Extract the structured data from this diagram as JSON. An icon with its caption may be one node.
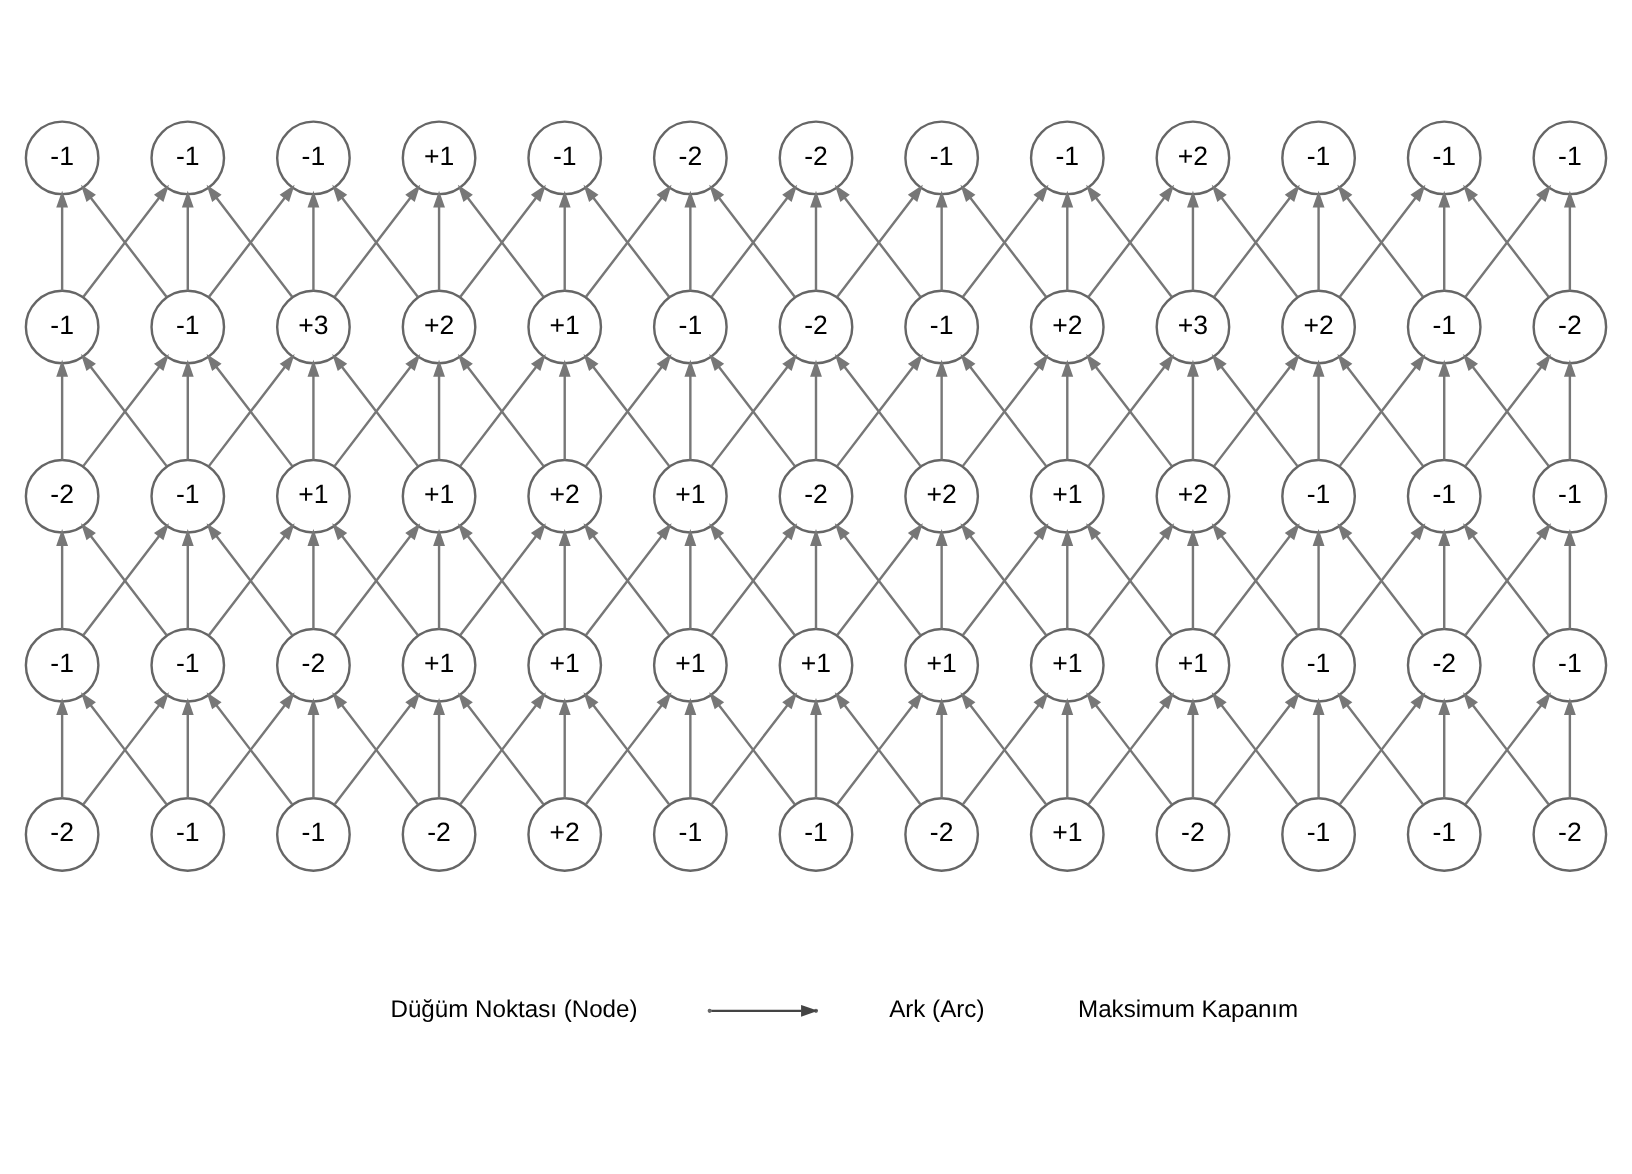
{
  "diagram": {
    "nodes": [
      {
        "text": [
          "-1"
        ]
      },
      {
        "text": [
          "-1"
        ]
      },
      {
        "text": [
          "-1"
        ]
      },
      {
        "text": [
          "+1"
        ]
      },
      {
        "text": [
          "-1"
        ]
      },
      {
        "text": [
          "-2"
        ]
      },
      {
        "text": [
          "-2"
        ]
      },
      {
        "text": [
          "-1"
        ]
      },
      {
        "text": [
          "-1"
        ]
      },
      {
        "text": [
          "+2"
        ]
      },
      {
        "text": [
          "-1"
        ]
      },
      {
        "text": [
          "-1"
        ]
      },
      {
        "text": [
          "-1"
        ]
      },
      {
        "text": [
          "-1"
        ]
      },
      {
        "text": [
          "-1"
        ]
      },
      {
        "text": [
          "+3"
        ]
      },
      {
        "text": [
          "+2"
        ]
      },
      {
        "text": [
          "+1"
        ]
      },
      {
        "text": [
          "-1"
        ]
      },
      {
        "text": [
          "-2"
        ]
      },
      {
        "text": [
          "-1"
        ]
      },
      {
        "text": [
          "+2"
        ]
      },
      {
        "text": [
          "+3"
        ]
      },
      {
        "text": [
          "+2"
        ]
      },
      {
        "text": [
          "-1"
        ]
      },
      {
        "text": [
          "-2"
        ]
      },
      {
        "text": [
          "-2"
        ]
      },
      {
        "text": [
          "-1"
        ]
      },
      {
        "text": [
          "+1"
        ]
      },
      {
        "text": [
          "+1"
        ]
      },
      {
        "text": [
          "+2"
        ]
      },
      {
        "text": [
          "+1"
        ]
      },
      {
        "text": [
          "-2"
        ]
      },
      {
        "text": [
          "+2"
        ]
      },
      {
        "text": [
          "+1"
        ]
      },
      {
        "text": [
          "+2"
        ]
      },
      {
        "text": [
          "-1"
        ]
      },
      {
        "text": [
          "-1"
        ]
      },
      {
        "text": [
          "-1"
        ]
      },
      {
        "text": [
          "-1"
        ]
      },
      {
        "text": [
          "-1"
        ]
      },
      {
        "text": [
          "-2"
        ]
      },
      {
        "text": [
          "+1"
        ]
      },
      {
        "text": [
          "+1"
        ]
      },
      {
        "text": [
          "+1"
        ]
      },
      {
        "text": [
          "+1"
        ]
      },
      {
        "text": [
          "+1"
        ]
      },
      {
        "text": [
          "+1"
        ]
      },
      {
        "text": [
          "+1"
        ]
      },
      {
        "text": [
          "-1"
        ]
      },
      {
        "text": [
          "-2"
        ]
      },
      {
        "text": [
          "-1"
        ]
      },
      {
        "text": [
          "-2"
        ]
      },
      {
        "text": [
          "-1"
        ]
      },
      {
        "text": [
          "-1"
        ]
      },
      {
        "text": [
          "-2"
        ]
      },
      {
        "text": [
          "+2"
        ]
      },
      {
        "text": [
          "-1"
        ]
      },
      {
        "text": [
          "-1"
        ]
      },
      {
        "text": [
          "-2"
        ]
      },
      {
        "text": [
          "+1"
        ]
      },
      {
        "text": [
          "-2"
        ]
      },
      {
        "text": [
          "-1"
        ]
      },
      {
        "text": [
          "-1"
        ]
      },
      {
        "text": [
          "-2"
        ]
      }
    ],
    "edges": [
      {
        "from": 13,
        "to": 0,
        "arrow": "to"
      },
      {
        "from": 13,
        "to": 1,
        "arrow": "to"
      },
      {
        "from": 14,
        "to": 0,
        "arrow": "to"
      },
      {
        "from": 14,
        "to": 1,
        "arrow": "to"
      },
      {
        "from": 14,
        "to": 2,
        "arrow": "to"
      },
      {
        "from": 15,
        "to": 1,
        "arrow": "to"
      },
      {
        "from": 15,
        "to": 2,
        "arrow": "to"
      },
      {
        "from": 15,
        "to": 3,
        "arrow": "to"
      },
      {
        "from": 16,
        "to": 2,
        "arrow": "to"
      },
      {
        "from": 16,
        "to": 3,
        "arrow": "to"
      },
      {
        "from": 16,
        "to": 4,
        "arrow": "to"
      },
      {
        "from": 17,
        "to": 3,
        "arrow": "to"
      },
      {
        "from": 17,
        "to": 4,
        "arrow": "to"
      },
      {
        "from": 17,
        "to": 5,
        "arrow": "to"
      },
      {
        "from": 18,
        "to": 4,
        "arrow": "to"
      },
      {
        "from": 18,
        "to": 5,
        "arrow": "to"
      },
      {
        "from": 18,
        "to": 6,
        "arrow": "to"
      },
      {
        "from": 19,
        "to": 5,
        "arrow": "to"
      },
      {
        "from": 19,
        "to": 6,
        "arrow": "to"
      },
      {
        "from": 19,
        "to": 7,
        "arrow": "to"
      },
      {
        "from": 20,
        "to": 6,
        "arrow": "to"
      },
      {
        "from": 20,
        "to": 7,
        "arrow": "to"
      },
      {
        "from": 20,
        "to": 8,
        "arrow": "to"
      },
      {
        "from": 21,
        "to": 7,
        "arrow": "to"
      },
      {
        "from": 21,
        "to": 8,
        "arrow": "to"
      },
      {
        "from": 21,
        "to": 9,
        "arrow": "to"
      },
      {
        "from": 22,
        "to": 8,
        "arrow": "to"
      },
      {
        "from": 22,
        "to": 9,
        "arrow": "to"
      },
      {
        "from": 22,
        "to": 10,
        "arrow": "to"
      },
      {
        "from": 23,
        "to": 9,
        "arrow": "to"
      },
      {
        "from": 23,
        "to": 10,
        "arrow": "to"
      },
      {
        "from": 23,
        "to": 11,
        "arrow": "to"
      },
      {
        "from": 24,
        "to": 10,
        "arrow": "to"
      },
      {
        "from": 24,
        "to": 11,
        "arrow": "to"
      },
      {
        "from": 24,
        "to": 12,
        "arrow": "to"
      },
      {
        "from": 25,
        "to": 11,
        "arrow": "to"
      },
      {
        "from": 25,
        "to": 12,
        "arrow": "to"
      },
      {
        "from": 26,
        "to": 13,
        "arrow": "to"
      },
      {
        "from": 26,
        "to": 14,
        "arrow": "to"
      },
      {
        "from": 27,
        "to": 13,
        "arrow": "to"
      },
      {
        "from": 27,
        "to": 14,
        "arrow": "to"
      },
      {
        "from": 27,
        "to": 15,
        "arrow": "to"
      },
      {
        "from": 28,
        "to": 14,
        "arrow": "to"
      },
      {
        "from": 28,
        "to": 15,
        "arrow": "to"
      },
      {
        "from": 28,
        "to": 16,
        "arrow": "to"
      },
      {
        "from": 29,
        "to": 15,
        "arrow": "to"
      },
      {
        "from": 29,
        "to": 16,
        "arrow": "to"
      },
      {
        "from": 29,
        "to": 17,
        "arrow": "to"
      },
      {
        "from": 30,
        "to": 16,
        "arrow": "to"
      },
      {
        "from": 30,
        "to": 17,
        "arrow": "to"
      },
      {
        "from": 30,
        "to": 18,
        "arrow": "to"
      },
      {
        "from": 31,
        "to": 17,
        "arrow": "to"
      },
      {
        "from": 31,
        "to": 18,
        "arrow": "to"
      },
      {
        "from": 31,
        "to": 19,
        "arrow": "to"
      },
      {
        "from": 32,
        "to": 18,
        "arrow": "to"
      },
      {
        "from": 32,
        "to": 19,
        "arrow": "to"
      },
      {
        "from": 32,
        "to": 20,
        "arrow": "to"
      },
      {
        "from": 33,
        "to": 19,
        "arrow": "to"
      },
      {
        "from": 33,
        "to": 20,
        "arrow": "to"
      },
      {
        "from": 33,
        "to": 21,
        "arrow": "to"
      },
      {
        "from": 34,
        "to": 20,
        "arrow": "to"
      },
      {
        "from": 34,
        "to": 21,
        "arrow": "to"
      },
      {
        "from": 34,
        "to": 22,
        "arrow": "to"
      },
      {
        "from": 35,
        "to": 21,
        "arrow": "to"
      },
      {
        "from": 35,
        "to": 22,
        "arrow": "to"
      },
      {
        "from": 35,
        "to": 23,
        "arrow": "to"
      },
      {
        "from": 36,
        "to": 22,
        "arrow": "to"
      },
      {
        "from": 36,
        "to": 23,
        "arrow": "to"
      },
      {
        "from": 36,
        "to": 24,
        "arrow": "to"
      },
      {
        "from": 37,
        "to": 23,
        "arrow": "to"
      },
      {
        "from": 37,
        "to": 24,
        "arrow": "to"
      },
      {
        "from": 37,
        "to": 25,
        "arrow": "to"
      },
      {
        "from": 38,
        "to": 24,
        "arrow": "to"
      },
      {
        "from": 38,
        "to": 25,
        "arrow": "to"
      },
      {
        "from": 39,
        "to": 26,
        "arrow": "to"
      },
      {
        "from": 39,
        "to": 27,
        "arrow": "to"
      },
      {
        "from": 40,
        "to": 26,
        "arrow": "to"
      },
      {
        "from": 40,
        "to": 27,
        "arrow": "to"
      },
      {
        "from": 40,
        "to": 28,
        "arrow": "to"
      },
      {
        "from": 41,
        "to": 27,
        "arrow": "to"
      },
      {
        "from": 41,
        "to": 28,
        "arrow": "to"
      },
      {
        "from": 41,
        "to": 29,
        "arrow": "to"
      },
      {
        "from": 42,
        "to": 28,
        "arrow": "to"
      },
      {
        "from": 42,
        "to": 29,
        "arrow": "to"
      },
      {
        "from": 42,
        "to": 30,
        "arrow": "to"
      },
      {
        "from": 43,
        "to": 29,
        "arrow": "to"
      },
      {
        "from": 43,
        "to": 30,
        "arrow": "to"
      },
      {
        "from": 43,
        "to": 31,
        "arrow": "to"
      },
      {
        "from": 44,
        "to": 30,
        "arrow": "to"
      },
      {
        "from": 44,
        "to": 31,
        "arrow": "to"
      },
      {
        "from": 44,
        "to": 32,
        "arrow": "to"
      },
      {
        "from": 45,
        "to": 31,
        "arrow": "to"
      },
      {
        "from": 45,
        "to": 32,
        "arrow": "to"
      },
      {
        "from": 45,
        "to": 33,
        "arrow": "to"
      },
      {
        "from": 46,
        "to": 32,
        "arrow": "to"
      },
      {
        "from": 46,
        "to": 33,
        "arrow": "to"
      },
      {
        "from": 46,
        "to": 34,
        "arrow": "to"
      },
      {
        "from": 47,
        "to": 33,
        "arrow": "to"
      },
      {
        "from": 47,
        "to": 34,
        "arrow": "to"
      },
      {
        "from": 47,
        "to": 35,
        "arrow": "to"
      },
      {
        "from": 48,
        "to": 34,
        "arrow": "to"
      },
      {
        "from": 48,
        "to": 35,
        "arrow": "to"
      },
      {
        "from": 48,
        "to": 36,
        "arrow": "to"
      },
      {
        "from": 49,
        "to": 35,
        "arrow": "to"
      },
      {
        "from": 49,
        "to": 36,
        "arrow": "to"
      },
      {
        "from": 49,
        "to": 37,
        "arrow": "to"
      },
      {
        "from": 50,
        "to": 36,
        "arrow": "to"
      },
      {
        "from": 50,
        "to": 37,
        "arrow": "to"
      },
      {
        "from": 50,
        "to": 38,
        "arrow": "to"
      },
      {
        "from": 51,
        "to": 37,
        "arrow": "to"
      },
      {
        "from": 51,
        "to": 38,
        "arrow": "to"
      },
      {
        "from": 52,
        "to": 39,
        "arrow": "to"
      },
      {
        "from": 52,
        "to": 40,
        "arrow": "to"
      },
      {
        "from": 53,
        "to": 39,
        "arrow": "to"
      },
      {
        "from": 53,
        "to": 40,
        "arrow": "to"
      },
      {
        "from": 53,
        "to": 41,
        "arrow": "to"
      },
      {
        "from": 54,
        "to": 40,
        "arrow": "to"
      },
      {
        "from": 54,
        "to": 41,
        "arrow": "to"
      },
      {
        "from": 54,
        "to": 42,
        "arrow": "to"
      },
      {
        "from": 55,
        "to": 41,
        "arrow": "to"
      },
      {
        "from": 55,
        "to": 42,
        "arrow": "to"
      },
      {
        "from": 55,
        "to": 43,
        "arrow": "to"
      },
      {
        "from": 56,
        "to": 42,
        "arrow": "to"
      },
      {
        "from": 56,
        "to": 43,
        "arrow": "to"
      },
      {
        "from": 56,
        "to": 44,
        "arrow": "to"
      },
      {
        "from": 57,
        "to": 43,
        "arrow": "to"
      },
      {
        "from": 57,
        "to": 44,
        "arrow": "to"
      },
      {
        "from": 57,
        "to": 45,
        "arrow": "to"
      },
      {
        "from": 58,
        "to": 44,
        "arrow": "to"
      },
      {
        "from": 58,
        "to": 45,
        "arrow": "to"
      },
      {
        "from": 58,
        "to": 46,
        "arrow": "to"
      },
      {
        "from": 59,
        "to": 45,
        "arrow": "to"
      },
      {
        "from": 59,
        "to": 46,
        "arrow": "to"
      },
      {
        "from": 59,
        "to": 47,
        "arrow": "to"
      },
      {
        "from": 60,
        "to": 46,
        "arrow": "to"
      },
      {
        "from": 60,
        "to": 47,
        "arrow": "to"
      },
      {
        "from": 60,
        "to": 48,
        "arrow": "to"
      },
      {
        "from": 61,
        "to": 47,
        "arrow": "to"
      },
      {
        "from": 61,
        "to": 48,
        "arrow": "to"
      },
      {
        "from": 61,
        "to": 49,
        "arrow": "to"
      },
      {
        "from": 62,
        "to": 48,
        "arrow": "to"
      },
      {
        "from": 62,
        "to": 49,
        "arrow": "to"
      },
      {
        "from": 62,
        "to": 50,
        "arrow": "to"
      },
      {
        "from": 63,
        "to": 49,
        "arrow": "to"
      },
      {
        "from": 63,
        "to": 50,
        "arrow": "to"
      },
      {
        "from": 63,
        "to": 51,
        "arrow": "to"
      },
      {
        "from": 64,
        "to": 50,
        "arrow": "to"
      },
      {
        "from": 64,
        "to": 51,
        "arrow": "to"
      }
    ],
    "legend": [
      {
        "text": "Düğüm Noktası (Node)"
      },
      {
        "text": "Ark (Arc)"
      },
      {
        "text": "Maksimum Kapanım"
      }
    ]
  }
}
